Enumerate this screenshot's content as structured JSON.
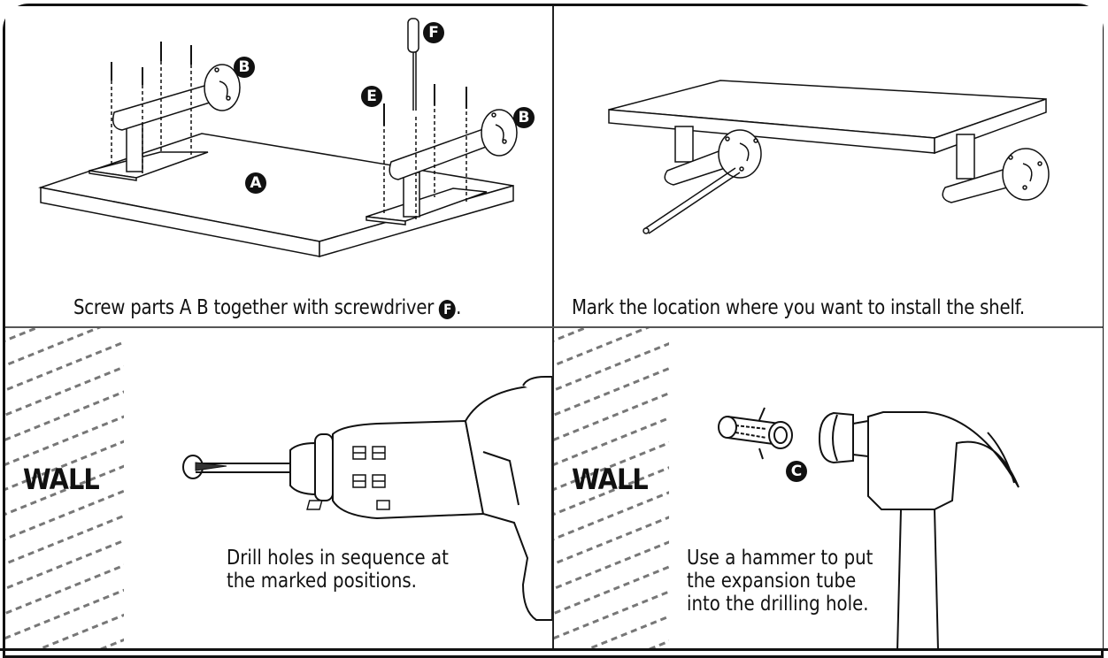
{
  "document": {
    "title": "Shelf installation instructions",
    "steps": [
      {
        "id": 1,
        "caption_prefix": "Screw parts A B together with screwdriver ",
        "caption_badge": "F",
        "caption_suffix": ".",
        "part_labels": [
          "A",
          "B",
          "B",
          "E",
          "F"
        ]
      },
      {
        "id": 2,
        "caption": "Mark the location where you want to install the shelf."
      },
      {
        "id": 3,
        "wall_label": "WALL",
        "caption_lines": [
          "Drill holes in sequence at",
          "the marked positions."
        ]
      },
      {
        "id": 4,
        "wall_label": "WALL",
        "part_labels": [
          "C"
        ],
        "caption_lines": [
          "Use a hammer to put",
          "the expansion tube",
          "into the drilling hole."
        ]
      }
    ]
  },
  "colors": {
    "ink": "#111111",
    "wall_dash": "#777777",
    "background": "#ffffff"
  }
}
